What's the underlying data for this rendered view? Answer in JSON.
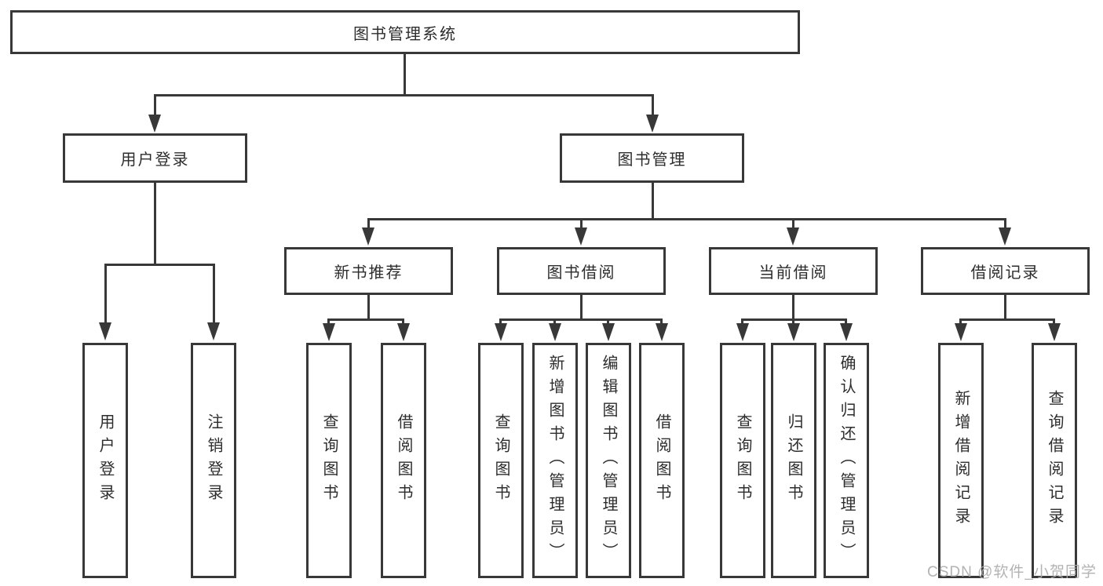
{
  "colors": {
    "line": "#383838",
    "text": "#2d2d2d",
    "box_background": "#ffffff",
    "watermark": "#ababab"
  },
  "watermark": {
    "text": "CSDN @软件_小贺同学"
  },
  "tree": {
    "label": "图书管理系统",
    "children": [
      {
        "label": "用户登录",
        "children": [
          {
            "label": "用户登录"
          },
          {
            "label": "注销登录"
          }
        ]
      },
      {
        "label": "图书管理",
        "children": [
          {
            "label": "新书推荐",
            "children": [
              {
                "label": "查询图书"
              },
              {
                "label": "借阅图书"
              }
            ]
          },
          {
            "label": "图书借阅",
            "children": [
              {
                "label": "查询图书"
              },
              {
                "label": "新增图书（管理员）"
              },
              {
                "label": "编辑图书（管理员）"
              },
              {
                "label": "借阅图书"
              }
            ]
          },
          {
            "label": "当前借阅",
            "children": [
              {
                "label": "查询图书"
              },
              {
                "label": "归还图书"
              },
              {
                "label": "确认归还（管理员）"
              }
            ]
          },
          {
            "label": "借阅记录",
            "children": [
              {
                "label": "新增借阅记录"
              },
              {
                "label": "查询借阅记录"
              }
            ]
          }
        ]
      }
    ]
  }
}
